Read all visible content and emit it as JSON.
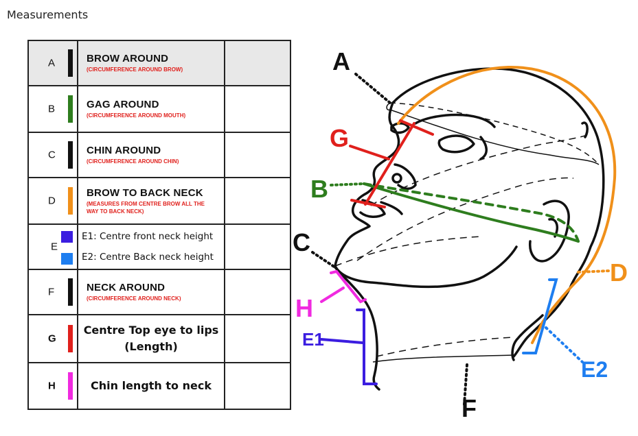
{
  "page": {
    "title": "Measurements"
  },
  "colors": {
    "black": "#111111",
    "green": "#2e7d1e",
    "orange": "#f0901a",
    "blue_dark": "#3b1de0",
    "blue_light": "#1e7ef0",
    "red": "#e0201c",
    "magenta": "#f02ae0"
  },
  "rows": [
    {
      "code": "A",
      "color": "#111111",
      "label": "BROW AROUND",
      "sub": "(CIRCUMFERENCE AROUND BROW)"
    },
    {
      "code": "B",
      "color": "#2e7d1e",
      "label": "GAG AROUND",
      "sub": "(CIRCUMFERENCE AROUND MOUTH)"
    },
    {
      "code": "C",
      "color": "#111111",
      "label": "CHIN AROUND",
      "sub": "(CIRCUMFERENCE AROUND CHIN)"
    },
    {
      "code": "D",
      "color": "#f0901a",
      "label": "BROW TO BACK NECK",
      "sub": "(MEASURES FROM CENTRE BROW ALL THE WAY TO BACK NECK)"
    },
    {
      "code": "E",
      "e1": "E1: Centre front neck height",
      "e2": "E2: Centre Back neck height"
    },
    {
      "code": "F",
      "color": "#111111",
      "label": "NECK AROUND",
      "sub": "(CIRCUMFERENCE AROUND NECK)"
    },
    {
      "code": "G",
      "color": "#e0201c",
      "label_line1": "Centre Top eye to lips",
      "label_line2": "(Length)"
    },
    {
      "code": "H",
      "color": "#f02ae0",
      "label": "Chin length to neck"
    }
  ],
  "diagram_labels": {
    "A": "A",
    "B": "B",
    "C": "C",
    "D": "D",
    "E1": "E1",
    "E2": "E2",
    "F": "F",
    "G": "G",
    "H": "H"
  }
}
